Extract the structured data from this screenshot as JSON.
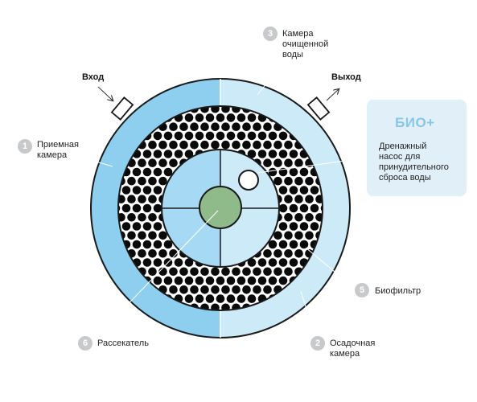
{
  "inlet_label": "Вход",
  "outlet_label": "Выход",
  "product_card": {
    "title": "БИО+",
    "text_lines": [
      "Дренажный",
      "насос для",
      "принудительного",
      "сброса воды"
    ]
  },
  "components": [
    {
      "number": "1",
      "lines": [
        "Приемная",
        "камера"
      ]
    },
    {
      "number": "2",
      "lines": [
        "Осадочная",
        "камера"
      ]
    },
    {
      "number": "3",
      "lines": [
        "Камера",
        "очищенной",
        "воды"
      ]
    },
    {
      "number": "5",
      "lines": [
        "Биофильтр"
      ]
    },
    {
      "number": "6",
      "lines": [
        "Рассекатель"
      ]
    }
  ],
  "colors": {
    "receiving_chamber": "#8ecff0",
    "clean_water_chamber": "#cdeaf9",
    "settling_chamber": "#cdeaf9",
    "inner_left": "#a6d9f3",
    "inner_right": "#cdeaf9",
    "biofilter_dots": "#0a0a0a",
    "outline": "#1a1a1a",
    "diffuser": "#8fbb8a",
    "pump": "#ffffff",
    "badge": "#c7c9cb",
    "card_background": "#e1eff9",
    "card_title": "#86c6ea"
  },
  "icons": [
    "arrow-icon"
  ]
}
